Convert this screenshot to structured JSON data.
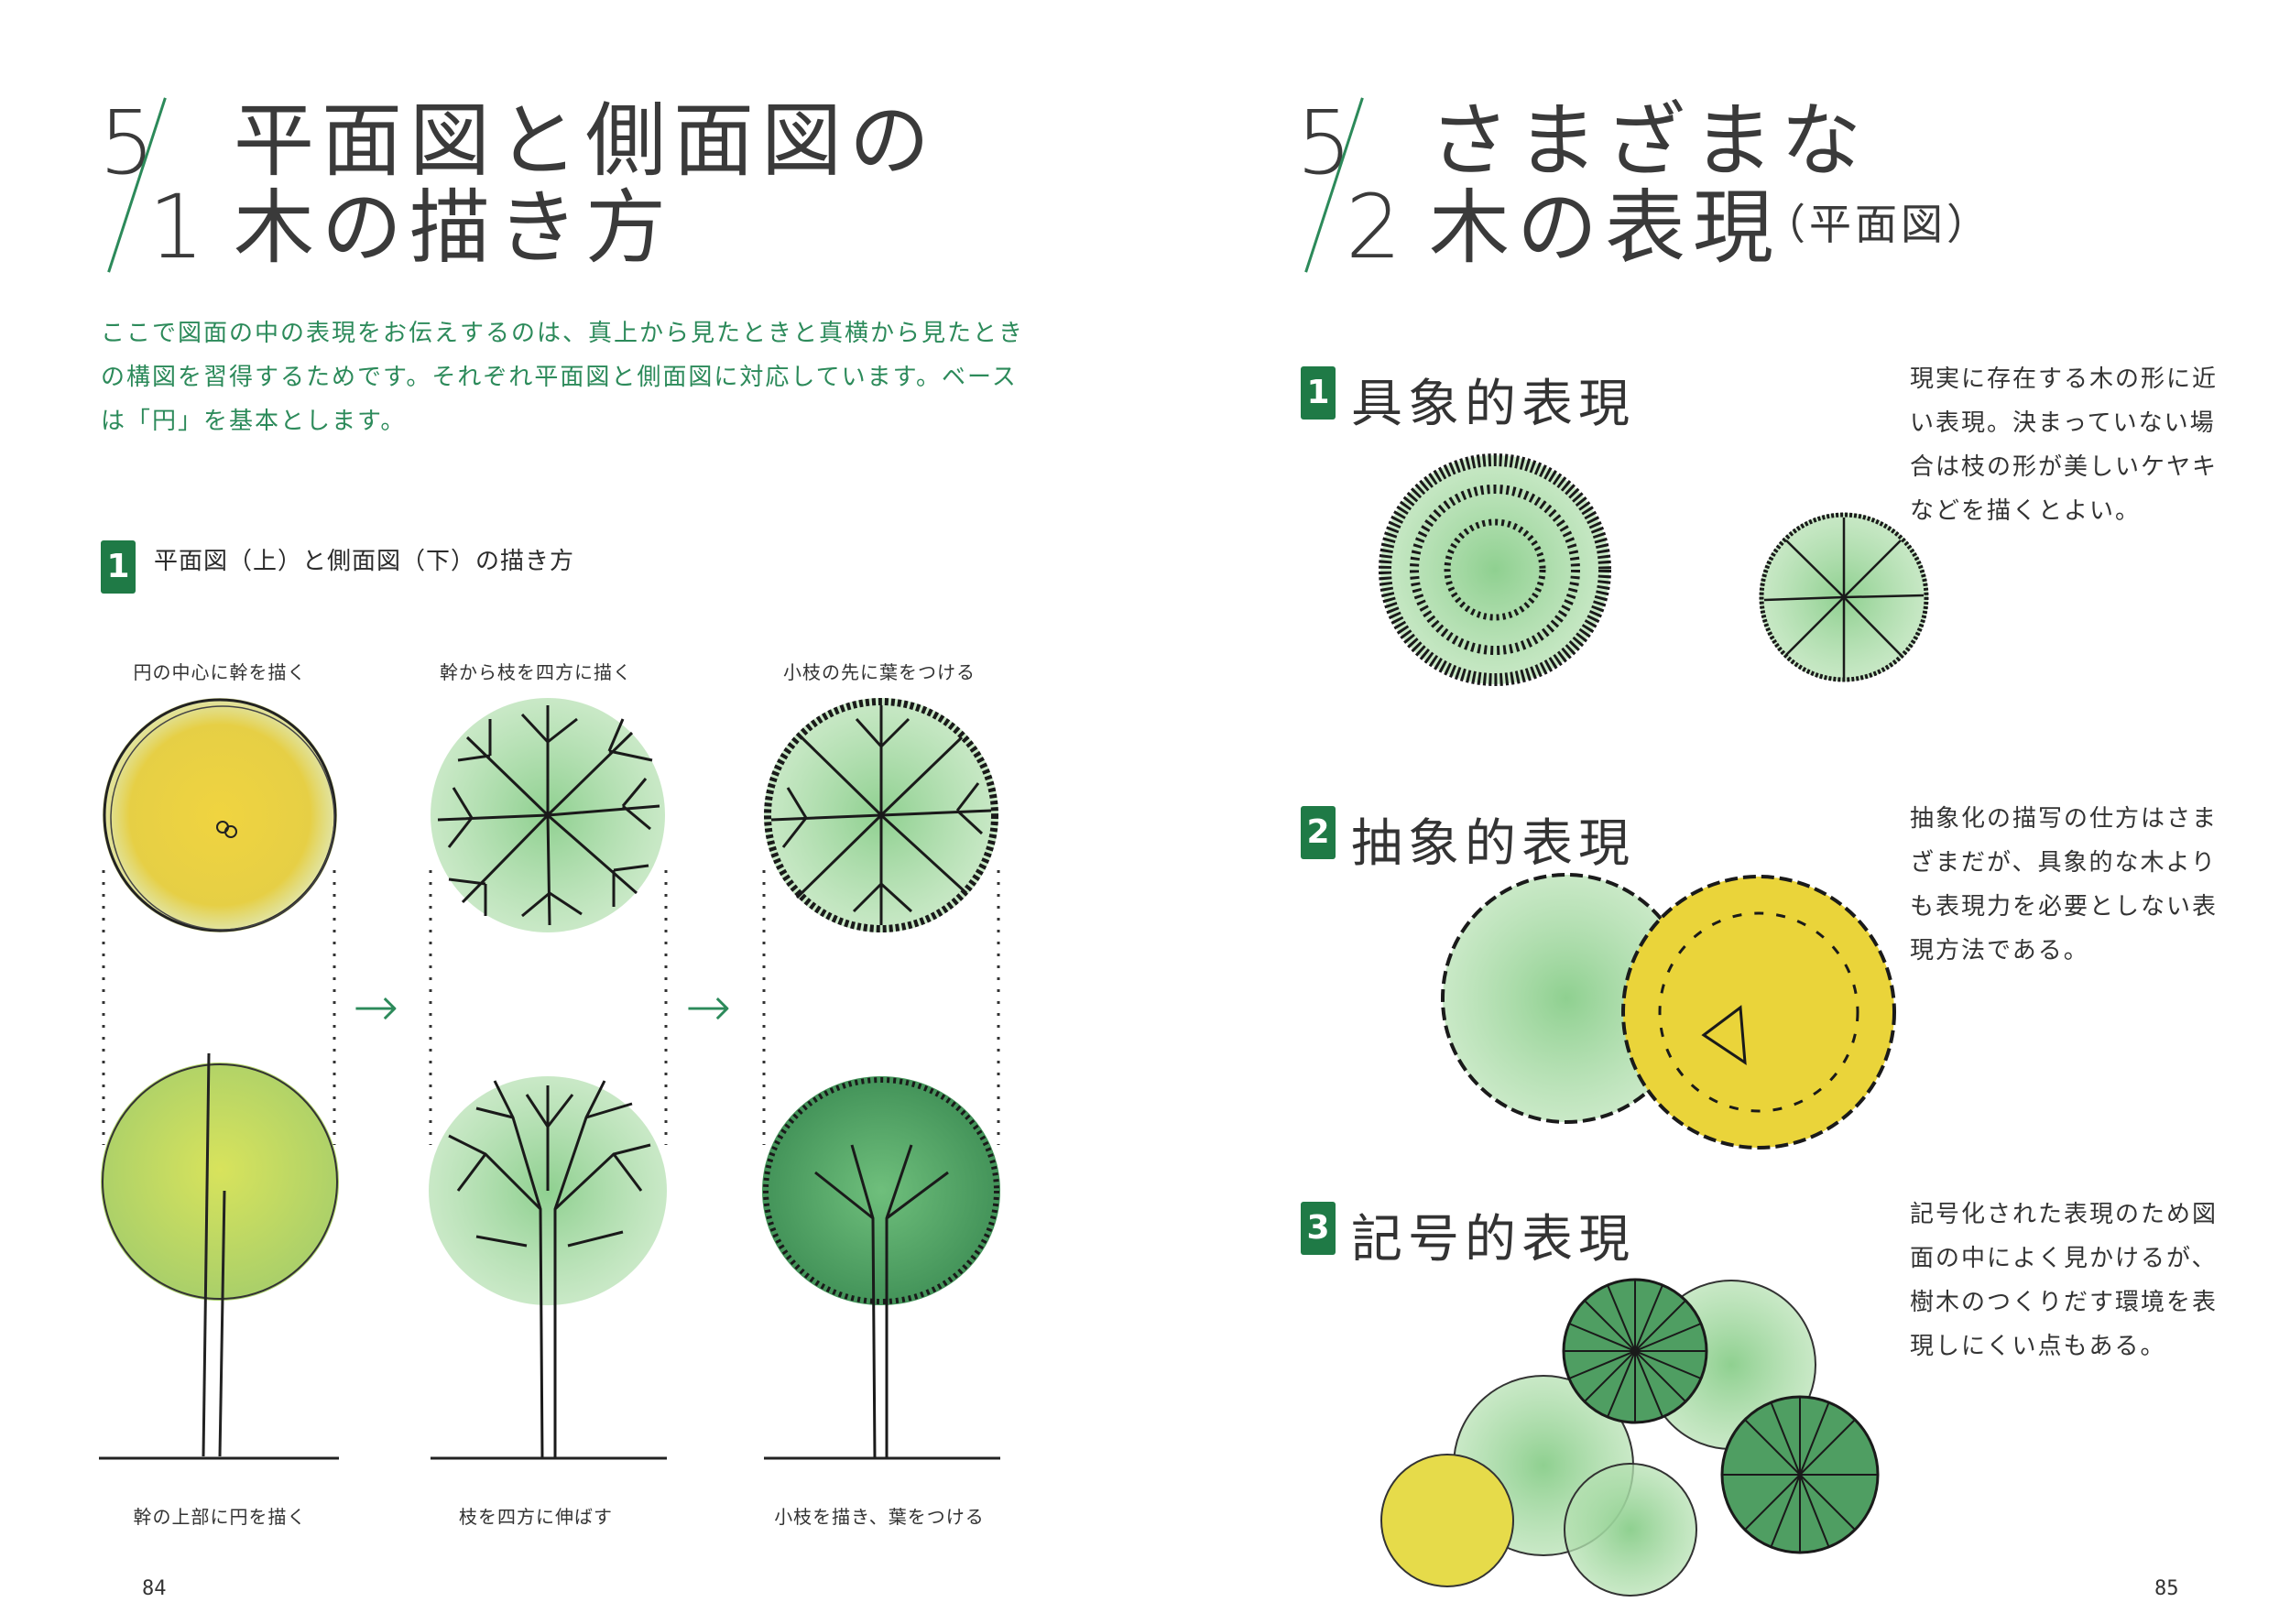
{
  "left": {
    "section_num_top": "5",
    "section_num_bottom": "1",
    "title_line1": "平面図と側面図の",
    "title_line2": "木の描き方",
    "intro": "ここで図面の中の表現をお伝えするのは、真上から見たときと真横から見たときの構図を習得するためです。それぞれ平面図と側面図に対応しています。ベースは「円」を基本とします。",
    "step_badge": "1",
    "step_title": "平面図（上）と側面図（下）の描き方",
    "top_captions": [
      "円の中心に幹を描く",
      "幹から枝を四方に描く",
      "小枝の先に葉をつける"
    ],
    "bottom_captions": [
      "幹の上部に円を描く",
      "枝を四方に伸ばす",
      "小枝を描き、葉をつける"
    ],
    "arrow_glyph": "→",
    "page_number": "84"
  },
  "right": {
    "section_num_top": "5",
    "section_num_bottom": "2",
    "title_line1": "さまざまな",
    "title_line2": "木の表現",
    "title_suffix": "（平面図）",
    "items": [
      {
        "badge": "1",
        "heading": "具象的表現",
        "text": "現実に存在する木の形に近い表現。決まっていない場合は枝の形が美しいケヤキなどを描くとよい。"
      },
      {
        "badge": "2",
        "heading": "抽象的表現",
        "text": "抽象化の描写の仕方はさまざまだが、具象的な木よりも表現力を必要としない表現方法である。"
      },
      {
        "badge": "3",
        "heading": "記号的表現",
        "text": "記号化された表現のため図面の中によく見かけるが、樹木のつくりだす環境を表現しにくい点もある。"
      }
    ],
    "page_number": "85"
  },
  "colors": {
    "accent_green": "#2c8a5a",
    "badge_green": "#1f7a46",
    "leaf_green": "#8fcf8a",
    "leaf_yellow": "#e8d83a",
    "ink": "#1a1a1a"
  }
}
